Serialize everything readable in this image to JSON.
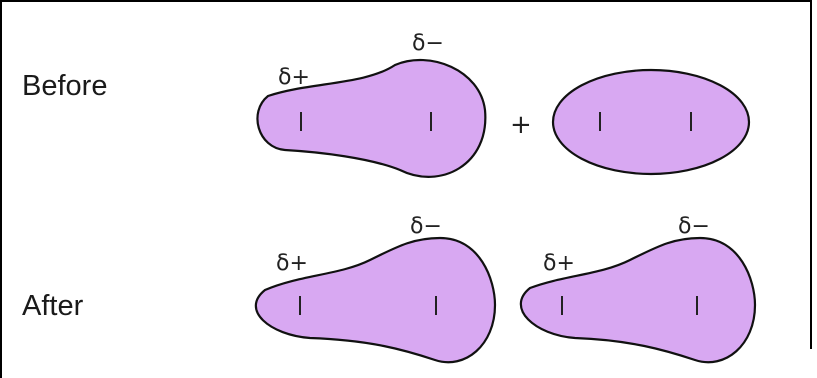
{
  "rows": {
    "before": {
      "label": "Before",
      "plus_sign": "+",
      "polarized_molecule": {
        "positive_label": "δ+",
        "negative_label": "δ−"
      }
    },
    "after": {
      "label": "After",
      "left_molecule": {
        "positive_label": "δ+",
        "negative_label": "δ−"
      },
      "right_molecule": {
        "positive_label": "δ+",
        "negative_label": "δ−"
      }
    }
  },
  "colors": {
    "molecule_fill": "#d8a8f2",
    "outline": "#111111",
    "border": "#000000"
  }
}
